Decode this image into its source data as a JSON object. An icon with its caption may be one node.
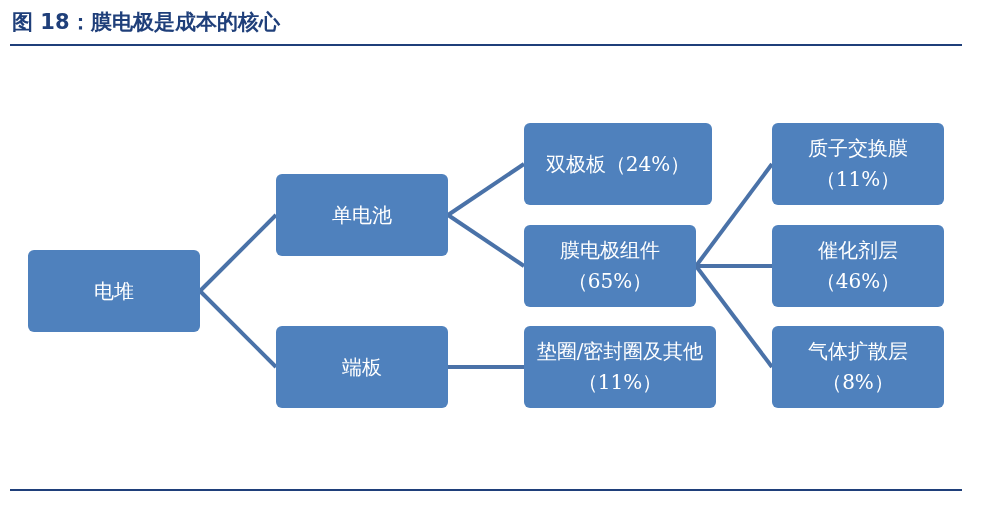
{
  "diagram": {
    "title": "图 18：膜电极是成本的核心",
    "nodes": [
      {
        "text": [
          "电堆"
        ]
      },
      {
        "text": [
          "单电池"
        ]
      },
      {
        "text": [
          "端板"
        ]
      },
      {
        "text": [
          "双极板（24%）"
        ]
      },
      {
        "text": [
          "膜电极组件（65%）"
        ]
      },
      {
        "text": [
          "垫圈/密封圈及其他（11%）"
        ]
      },
      {
        "text": [
          "质子交换膜（11%）"
        ]
      },
      {
        "text": [
          "催化剂层（46%）"
        ]
      },
      {
        "text": [
          "气体扩散层（8%）"
        ]
      }
    ],
    "edges": [
      {
        "from": 0,
        "to": 1,
        "arrow": "none"
      },
      {
        "from": 0,
        "to": 2,
        "arrow": "none"
      },
      {
        "from": 1,
        "to": 3,
        "arrow": "none"
      },
      {
        "from": 1,
        "to": 4,
        "arrow": "none"
      },
      {
        "from": 2,
        "to": 5,
        "arrow": "none"
      },
      {
        "from": 4,
        "to": 6,
        "arrow": "none"
      },
      {
        "from": 4,
        "to": 7,
        "arrow": "none"
      },
      {
        "from": 4,
        "to": 8,
        "arrow": "none"
      }
    ]
  }
}
